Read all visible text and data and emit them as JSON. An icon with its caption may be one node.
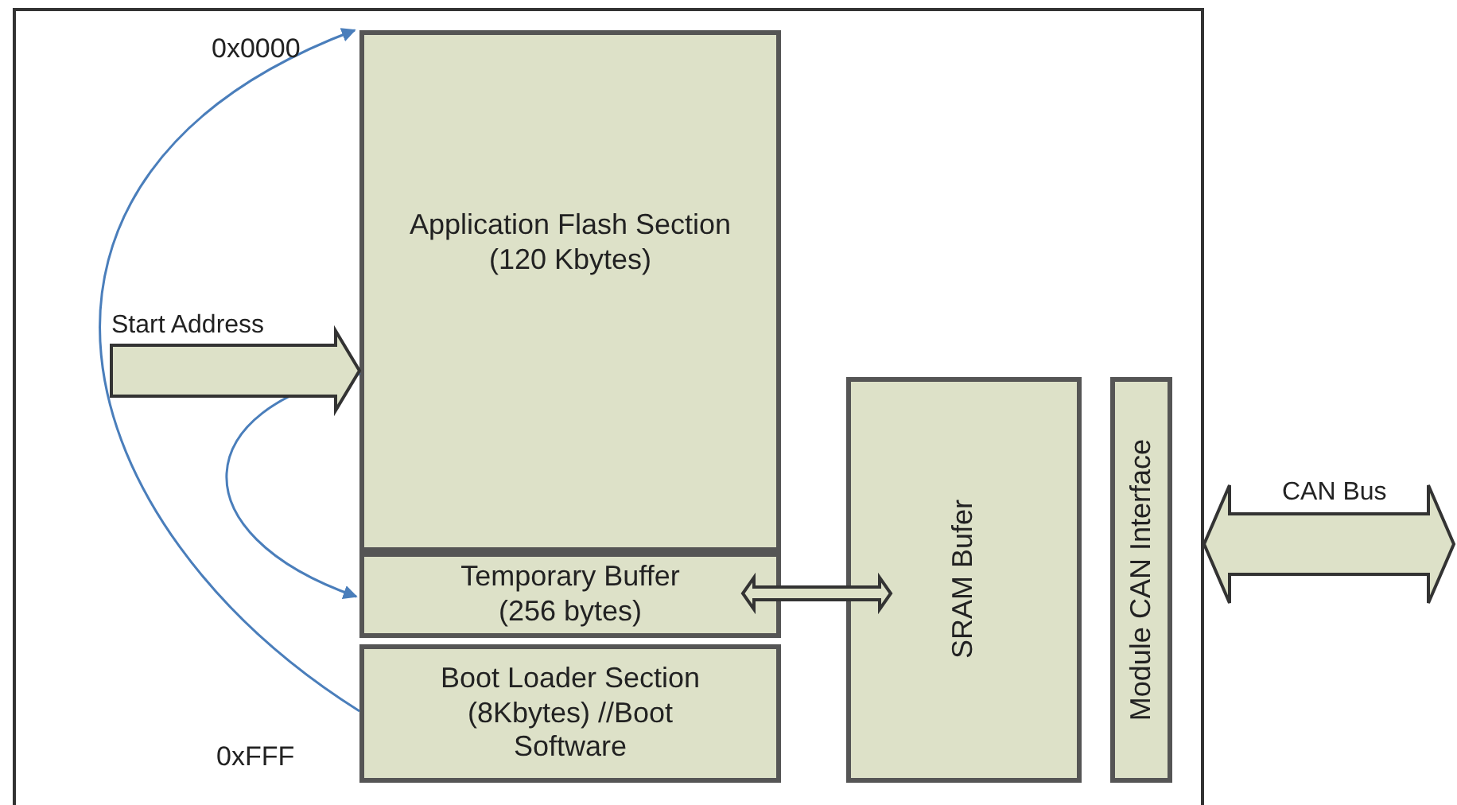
{
  "diagram": {
    "nodes": [
      {
        "text": [],
        "shape": "box"
      },
      {
        "text": [
          "Application Flash Section (120 Kbytes)"
        ],
        "in": 0
      },
      {
        "text": [
          "Temporary Buffer (256 bytes)"
        ],
        "in": 0
      },
      {
        "text": [
          "Boot Loader Section (8Kbytes) //Boot Software"
        ],
        "in": 0
      },
      {
        "text": [
          "SRAM Bufer"
        ],
        "in": 0
      },
      {
        "text": [
          "Module CAN Interface"
        ],
        "in": 0
      }
    ],
    "edges": [
      {
        "from": 3,
        "to": 1,
        "arrow": "to",
        "color": "#4a7ebb"
      },
      {
        "from": 1,
        "to": 2,
        "arrow": "both",
        "color": "#4a7ebb"
      },
      {
        "from": null,
        "to": 1,
        "arrow": "to",
        "label": "Start Address",
        "style": "thick"
      },
      {
        "from": 2,
        "to": 4,
        "arrow": "both",
        "style": "thick"
      },
      {
        "from": 0,
        "to": null,
        "arrow": "both",
        "label": "CAN Bus",
        "style": "thick"
      }
    ],
    "labels": [
      "0x0000",
      "0xFFF"
    ]
  }
}
